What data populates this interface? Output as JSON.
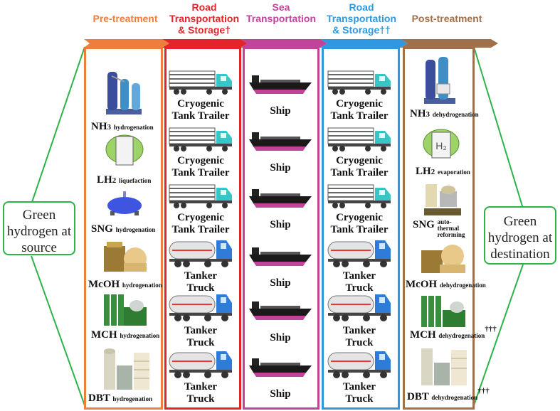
{
  "headers": {
    "pre": "Pre-treatment",
    "road1": "Road\nTransportation\n& Storage†",
    "sea": "Sea\nTransportation",
    "road2": "Road\nTransportation\n& Storage††",
    "post": "Post-treatment"
  },
  "source_label": "Green hydrogen at source",
  "destination_label": "Green hydrogen at destination",
  "pre_items": [
    {
      "main": "NH",
      "sub3": "3",
      "process": "hydrogenation"
    },
    {
      "main": "LH",
      "sub3": "2",
      "process": "liquefaction"
    },
    {
      "main": "SNG",
      "sub3": "",
      "process": "hydrogenation"
    },
    {
      "main": "McOH",
      "sub3": "",
      "process": "hydrogenation"
    },
    {
      "main": "MCH",
      "sub3": "",
      "process": "hydrogenation"
    },
    {
      "main": "DBT",
      "sub3": "",
      "process": "hydrogenation"
    }
  ],
  "road1_items": [
    "Cryogenic\nTank Trailer",
    "Cryogenic\nTank Trailer",
    "Cryogenic\nTank Trailer",
    "Tanker\nTruck",
    "Tanker\nTruck",
    "Tanker\nTruck"
  ],
  "sea_items": [
    "Ship",
    "Ship",
    "Ship",
    "Ship",
    "Ship",
    "Ship"
  ],
  "road2_items": [
    "Cryogenic\nTank Trailer",
    "Cryogenic\nTank Trailer",
    "Cryogenic\nTank Trailer",
    "Tanker\nTruck",
    "Tanker\nTruck",
    "Tanker\nTruck"
  ],
  "post_items": [
    {
      "main": "NH",
      "sub3": "3",
      "process": "dehydrogenation",
      "mark": ""
    },
    {
      "main": "LH",
      "sub3": "2",
      "process": "evaporation",
      "mark": ""
    },
    {
      "main": "SNG",
      "sub3": "",
      "process": "auto-thermal reforming",
      "mark": ""
    },
    {
      "main": "McOH",
      "sub3": "",
      "process": "dehydrogenation",
      "mark": ""
    },
    {
      "main": "MCH",
      "sub3": "",
      "process": "dehydrogenation",
      "mark": "†††"
    },
    {
      "main": "DBT",
      "sub3": "",
      "process": "dehydrogenation",
      "mark": "†††"
    }
  ],
  "tank_text": "H₂",
  "colors": {
    "pre": "#ef7d3c",
    "road1": "#e3242b",
    "sea": "#c2449a",
    "road2": "#2f98e0",
    "post": "#a0704a",
    "green": "#2db34a"
  }
}
